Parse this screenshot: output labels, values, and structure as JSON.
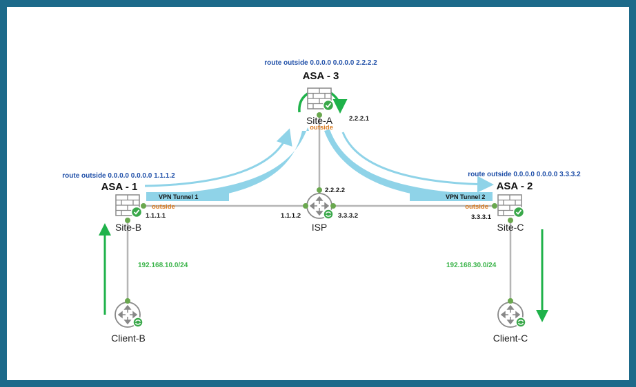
{
  "colors": {
    "frame": "#1d6a8a",
    "tunnel": "#8fd3e8",
    "link": "#b5b5b5",
    "port_dot": "#6aa84f",
    "status_check": "#3aa84a",
    "flow_arrow": "#1fb24a",
    "route_text": "#1f4fa8",
    "outside_text": "#d9781c",
    "network_text": "#3bb44a"
  },
  "devices": {
    "asa3": {
      "name": "ASA - 3",
      "site": "Site-A",
      "route": "route outside 0.0.0.0 0.0.0.0 2.2.2.2",
      "outside": "outside",
      "ip": "2.2.2.1",
      "icon": "firewall-icon"
    },
    "asa1": {
      "name": "ASA - 1",
      "site": "Site-B",
      "route": "route outside 0.0.0.0 0.0.0.0 1.1.1.2",
      "outside": "outside",
      "ip": "1.1.1.1",
      "icon": "firewall-icon"
    },
    "asa2": {
      "name": "ASA - 2",
      "site": "Site-C",
      "route": "route outside 0.0.0.0 0.0.0.0 3.3.3.2",
      "outside": "outside",
      "ip": "3.3.3.1",
      "icon": "firewall-icon"
    },
    "isp": {
      "name": "ISP",
      "ip_top": "2.2.2.2",
      "ip_left": "1.1.1.2",
      "ip_right": "3.3.3.2",
      "icon": "router-icon"
    },
    "client_b": {
      "name": "Client-B",
      "network": "192.168.10.0/24",
      "icon": "router-icon"
    },
    "client_c": {
      "name": "Client-C",
      "network": "192.168.30.0/24",
      "icon": "router-icon"
    }
  },
  "tunnels": {
    "t1": {
      "label": "VPN Tunnel 1"
    },
    "t2": {
      "label": "VPN Tunnel 2"
    }
  }
}
